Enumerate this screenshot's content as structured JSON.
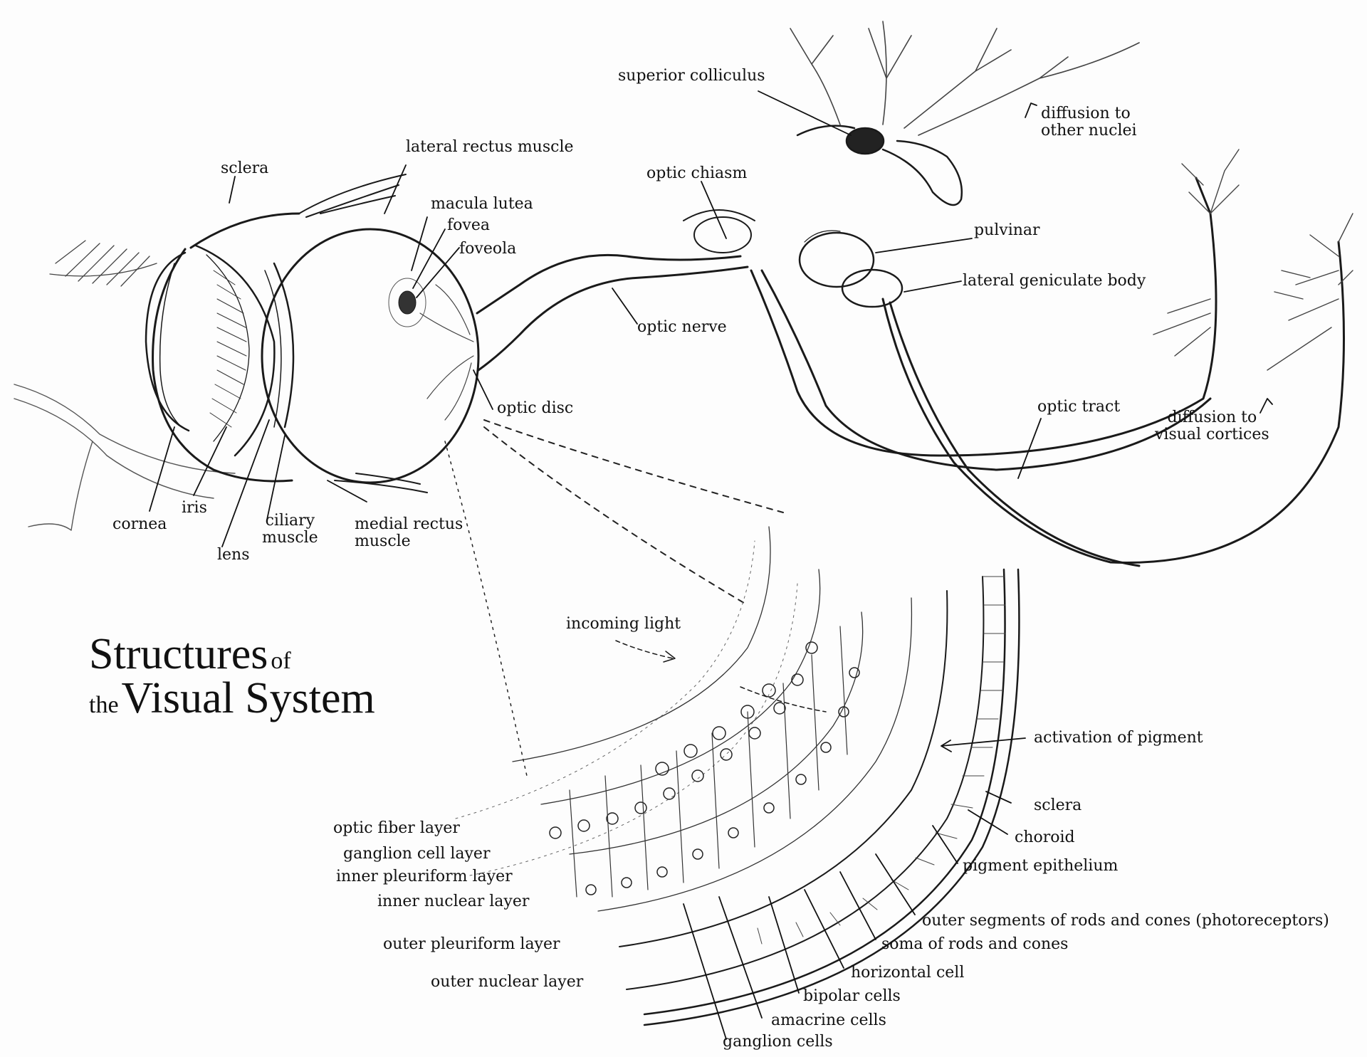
{
  "title": {
    "word1": "Structures",
    "word2": "of",
    "word3": "the",
    "word4": "Visual System"
  },
  "labels": {
    "sclera_eye": "sclera",
    "lateral_rectus": "lateral rectus muscle",
    "macula_lutea": "macula lutea",
    "fovea": "fovea",
    "foveola": "foveola",
    "optic_chiasm": "optic chiasm",
    "superior_colliculus": "superior colliculus",
    "diffusion_nuclei": [
      "diffusion to",
      "other nuclei"
    ],
    "pulvinar": "pulvinar",
    "lateral_geniculate": "lateral geniculate body",
    "optic_nerve": "optic nerve",
    "optic_disc": "optic disc",
    "optic_tract": "optic tract",
    "diffusion_cortices": [
      "diffusion to",
      "visual cortices"
    ],
    "cornea": "cornea",
    "iris": "iris",
    "lens": "lens",
    "ciliary_muscle": [
      "ciliary",
      "muscle"
    ],
    "medial_rectus": [
      "medial rectus",
      "muscle"
    ],
    "incoming_light": "incoming light",
    "activation_pigment": "activation of pigment",
    "sclera_retina": "sclera",
    "choroid": "choroid",
    "pigment_epithelium": "pigment epithelium",
    "outer_segments": "outer segments of rods and cones (photoreceptors)",
    "soma_rods_cones": "soma of rods and cones",
    "horizontal_cell": "horizontal cell",
    "bipolar_cells": "bipolar cells",
    "amacrine_cells": "amacrine cells",
    "ganglion_cells": "ganglion cells",
    "optic_fiber_layer": "optic fiber layer",
    "ganglion_cell_layer": "ganglion cell layer",
    "inner_pleuriform_layer": "inner pleuriform layer",
    "inner_nuclear_layer": "inner nuclear layer",
    "outer_pleuriform_layer": "outer pleuriform layer",
    "outer_nuclear_layer": "outer nuclear layer"
  }
}
